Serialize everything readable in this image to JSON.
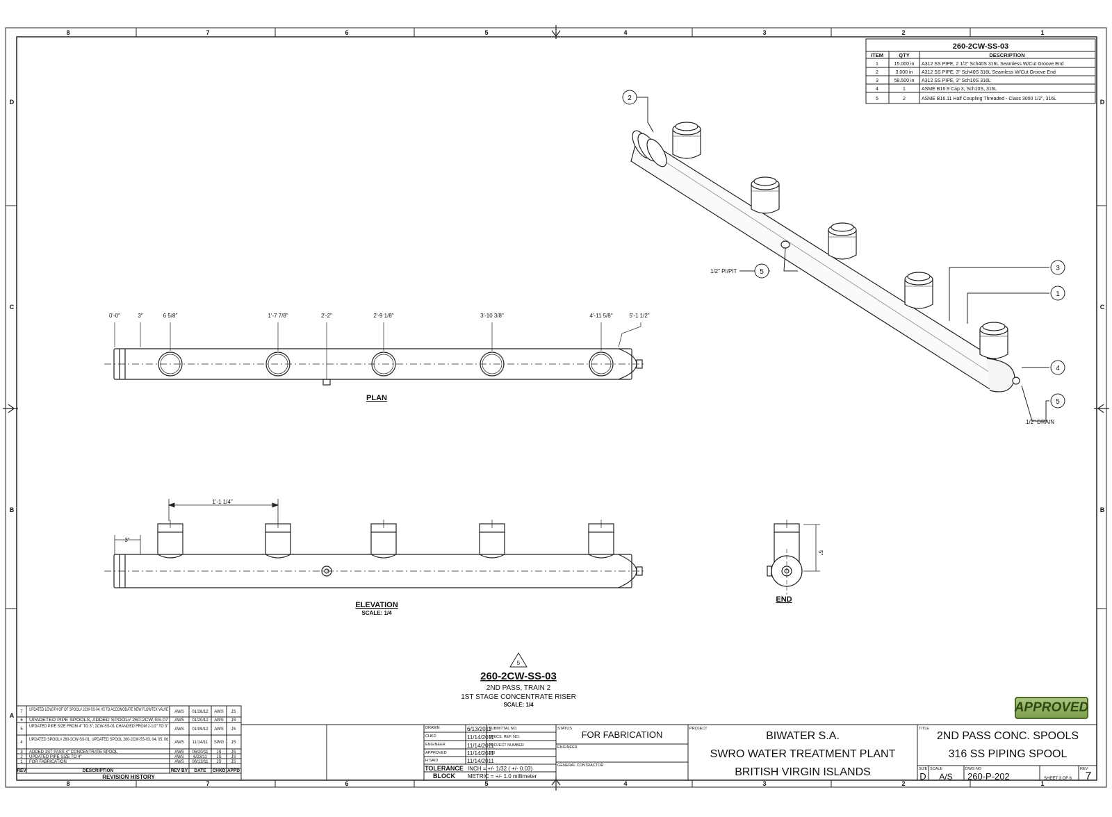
{
  "border": {
    "columns": [
      "8",
      "7",
      "6",
      "5",
      "4",
      "3",
      "2",
      "1"
    ],
    "rows": [
      "D",
      "C",
      "B",
      "A"
    ]
  },
  "bom": {
    "title": "260-2CW-SS-03",
    "headers": [
      "ITEM",
      "QTY",
      "DESCRIPTION"
    ],
    "rows": [
      {
        "item": "1",
        "qty": "15.000 in",
        "desc": "A312 SS PIPE, 2 1/2\" Sch40S 316L Seamless W/Cut Groove End"
      },
      {
        "item": "2",
        "qty": "3.000 in",
        "desc": "A312 SS PIPE, 3\" Sch40S 316L Seamless W/Cut Groove End"
      },
      {
        "item": "3",
        "qty": "58.500 in",
        "desc": "A312 SS PIPE, 3\" Sch10S 316L"
      },
      {
        "item": "4",
        "qty": "1",
        "desc": "ASME B16.9 Cap 3, Sch10S, 316L"
      },
      {
        "item": "5",
        "qty": "2",
        "desc": "ASME B16.11 Half Coupling Threaded - Class 3000 1/2\", 316L"
      }
    ]
  },
  "iso": {
    "balloons": [
      "2",
      "5",
      "3",
      "1",
      "4",
      "5"
    ],
    "pi_pit_label": "1/2\" PI/PIT",
    "drain_label": "1/2\" DRAIN"
  },
  "plan": {
    "dims": [
      "0'-0\"",
      "3\"",
      "6 5/8\"",
      "1'-7 7/8\"",
      "2'-2\"",
      "2'-9 1/8\"",
      "3'-10 3/8\"",
      "4'-11 5/8\"",
      "5'-1 1/2\""
    ],
    "label": "PLAN"
  },
  "elevation": {
    "dim_spacing": "1'-1 1/4\"",
    "dim_start": "3\"",
    "label": "ELEVATION",
    "scale": "SCALE: 1/4"
  },
  "end_view": {
    "dim": "5\"",
    "label": "END"
  },
  "title_block_main": {
    "rev_mark": "5",
    "title": "260-2CW-SS-03",
    "line1": "2ND PASS, TRAIN 2",
    "line2": "1ST STAGE CONCENTRATE RISER",
    "scale": "SCALE: 1/4"
  },
  "approved_stamp": "APPROVED",
  "revisions": {
    "rows": [
      {
        "rev": "7",
        "desc": "UPDATED LENGTH OF OF SPOOL# 2CW-SS-04, 05 TO ACCOMODATE NEW FLOWTEK VALVE",
        "by": "AWS",
        "date": "01/26/12",
        "chkd": "AWS",
        "appd": "JS"
      },
      {
        "rev": "6",
        "desc": "UPADETED PIPE SPOOLS, ADDED SPOOL# 260-2CW-SS-07",
        "by": "AWS",
        "date": "01/20/12",
        "chkd": "AWS",
        "appd": "JS"
      },
      {
        "rev": "5",
        "desc": "UPDATED PIPE SIZE FROM 4\" TO 3\", 2CW-SS-01 CHANGED FROM 2-1/2\" TO 3\"",
        "by": "AWS",
        "date": "01/09/12",
        "chkd": "AWS",
        "appd": "JS"
      },
      {
        "rev": "4",
        "desc": "UPDATED SPOOL# 260-2CW-SS-01, UPDATED SPOOL 260-2CW-SS-03, 04, 05, 06",
        "by": "AWS",
        "date": "11/14/11",
        "chkd": "SWG",
        "appd": "JS"
      },
      {
        "rev": "3",
        "desc": "ADDED 1ST PASS 4\" CONCENTRATE SPOOL",
        "by": "AWS",
        "date": "06/20/11",
        "chkd": "JS",
        "appd": "JS"
      },
      {
        "rev": "2",
        "desc": "UPDATED PIPE SIZE TO 4\"",
        "by": "AWS",
        "date": "6/23/11",
        "chkd": "JS",
        "appd": "JS"
      },
      {
        "rev": "1",
        "desc": "FOR FABRICATION",
        "by": "AWS",
        "date": "06/13/11",
        "chkd": "JS",
        "appd": "JS"
      }
    ],
    "headers": [
      "REV",
      "DESCRIPTION",
      "REV BY",
      "DATE",
      "CHKD",
      "APPD"
    ],
    "title": "REVISION HISTORY"
  },
  "title_block": {
    "dates": [
      {
        "label": "DRAWN",
        "value": "6/13/2011",
        "right": "SUBMITTAL NO."
      },
      {
        "label": "CHKD",
        "value": "11/14/2011",
        "right": "SPECS. REF. NO."
      },
      {
        "label": "ENGINEER",
        "value": "11/14/2011",
        "right": "PROJECT NUMBER"
      },
      {
        "label": "APPROVED",
        "value": "11/14/2011",
        "right": "260"
      },
      {
        "label": "H SAID",
        "value": "11/14/2011",
        "right": ""
      }
    ],
    "tolerance": "TOLERANCE",
    "block": "BLOCK",
    "tol_inch": "INCH = +/- 1/32 ( +/- 0.03)",
    "tol_metric": "METRIC = +/- 1.0 millimeter",
    "status_label": "STATUS",
    "status": "FOR FABRICATION",
    "engineer_label": "ENGINEER",
    "gc_label": "GENERAL CONTRACTOR",
    "project_label": "PROJECT",
    "project_lines": [
      "BIWATER S.A.",
      "SWRO WATER TREATMENT PLANT",
      "BRITISH VIRGIN ISLANDS"
    ],
    "title_label": "TITLE",
    "title_lines": [
      "2ND PASS CONC. SPOOLS",
      "316 SS PIPING SPOOL"
    ],
    "size_label": "SIZE",
    "size": "D",
    "scale_label": "SCALE",
    "scale": "A/S",
    "dwg_label": "DWG NO",
    "dwg": "260-P-202",
    "sheet": "SHEET 3  OF 6",
    "rev_label": "REV",
    "rev": "7"
  }
}
